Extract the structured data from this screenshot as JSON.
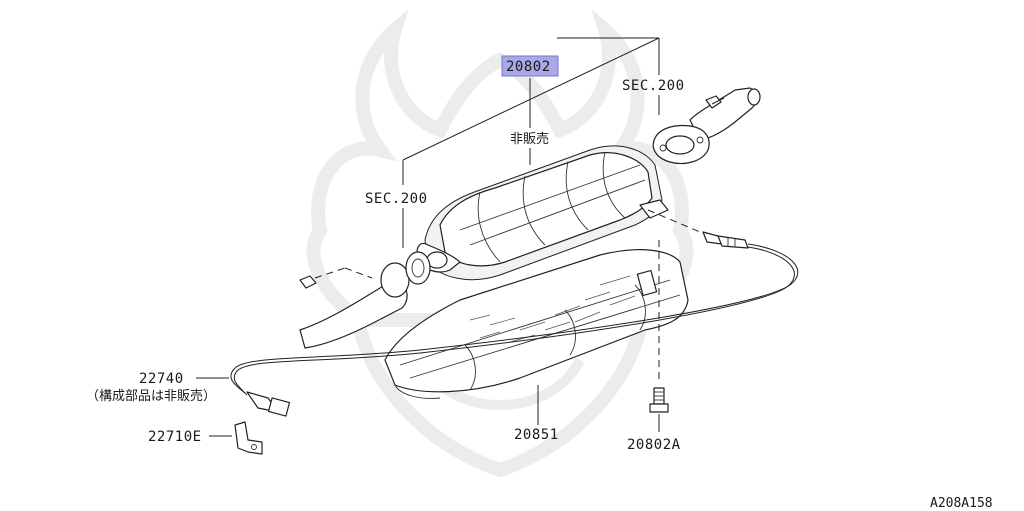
{
  "colors": {
    "highlight": "#a9a9e8",
    "line": "#222222",
    "watermark": "#efefef"
  },
  "watermark_icon": "samurai-helmet-watermark-icon",
  "labels": {
    "part_20802": "20802",
    "not_for_sale": "非販売",
    "sec_200_right": "SEC.200",
    "sec_200_left": "SEC.200",
    "part_22740": "22740",
    "part_22740_note": "（構成部品は非販売）",
    "part_22710e": "22710E",
    "part_20851": "20851",
    "part_20802a": "20802A",
    "diagram_id": "A208A158"
  }
}
